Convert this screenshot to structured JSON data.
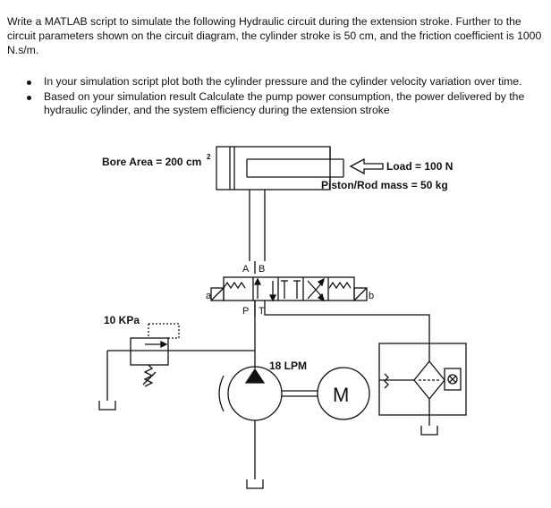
{
  "question": {
    "paragraph": "Write a MATLAB script to simulate the following Hydraulic circuit during the extension stroke. Further to the circuit parameters shown on the circuit diagram, the cylinder stroke is 50 cm, and the friction coefficient is 1000 N.s/m.",
    "bullets": [
      "In your simulation script plot both the cylinder pressure and the cylinder velocity variation over time.",
      "Based on your simulation result Calculate the pump power consumption, the power delivered by the hydraulic cylinder, and the system efficiency during the extension stroke"
    ]
  },
  "diagram": {
    "bore_area_label": "Bore Area = 200 cm",
    "bore_area_exponent": "2",
    "load_label": "Load = 100 N",
    "mass_label": "Piston/Rod mass = 50 kg",
    "relief_label": "10 KPa",
    "flow_label": "18 LPM",
    "port_a": "A",
    "port_b": "B",
    "port_p": "P",
    "port_t": "T",
    "solenoid_a": "a",
    "solenoid_b": "b",
    "motor_label": "M"
  }
}
